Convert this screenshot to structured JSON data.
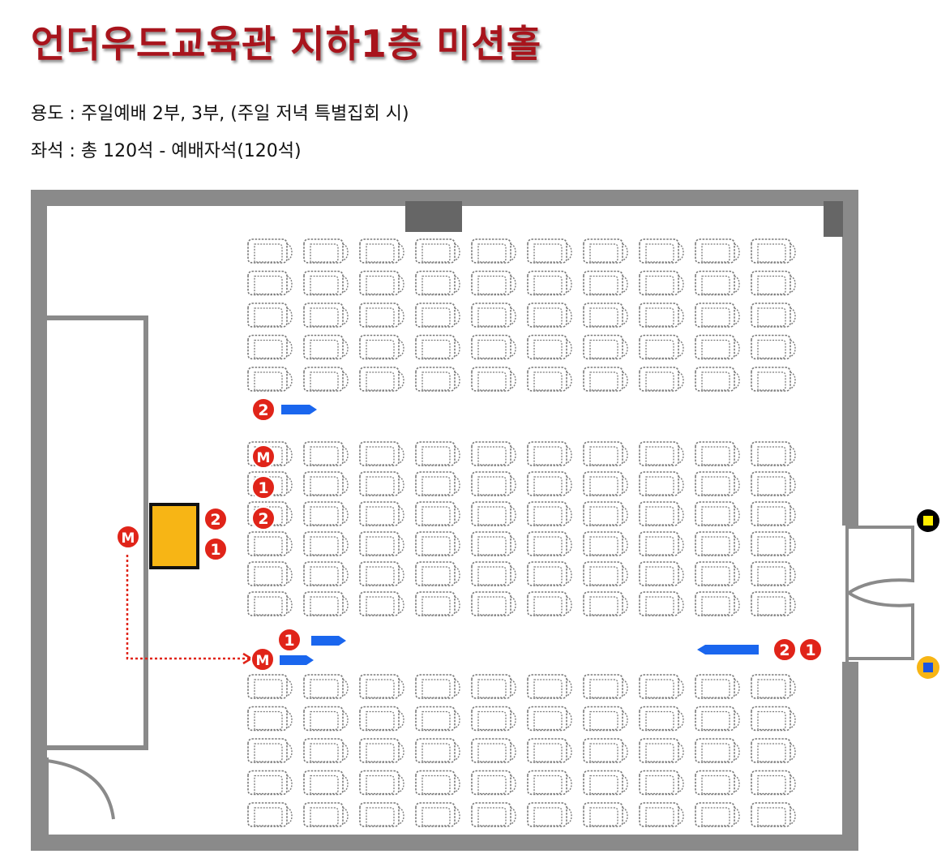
{
  "title": "언더우드교육관 지하1층 미션홀",
  "info": {
    "usage": "용도 : 주일예배 2부, 3부, (주일 저녁 특별집회 시)",
    "seats": "좌석 : 총 120석 - 예배자석(120석)"
  },
  "colors": {
    "wall": "#8a8a8a",
    "title": "#a8141c",
    "marker": "#e02419",
    "arrow": "#1a66ee",
    "podium": "#f7b515",
    "dotted_path": "#e02419",
    "exit_yellow": "#ffee00",
    "exit_blue": "#1a55e0"
  },
  "seating": {
    "blocks": [
      {
        "name": "front-block",
        "rows": 5,
        "columns": 10
      },
      {
        "name": "middle-block",
        "rows": 6,
        "columns": 10
      },
      {
        "name": "rear-block",
        "rows": 5,
        "columns": 10
      }
    ]
  },
  "markers": [
    {
      "name": "marker-m-podium",
      "label": "M"
    },
    {
      "name": "marker-2-podium",
      "label": "2"
    },
    {
      "name": "marker-1-podium",
      "label": "1"
    },
    {
      "name": "marker-2-front-aisle",
      "label": "2"
    },
    {
      "name": "marker-m-middle",
      "label": "M"
    },
    {
      "name": "marker-1-middle",
      "label": "1"
    },
    {
      "name": "marker-2-middle",
      "label": "2"
    },
    {
      "name": "marker-1-rear-aisle",
      "label": "1"
    },
    {
      "name": "marker-m-rear-aisle",
      "label": "M"
    },
    {
      "name": "marker-2-entrance",
      "label": "2"
    },
    {
      "name": "marker-1-entrance",
      "label": "1"
    }
  ],
  "arrows": [
    {
      "name": "arrow-front-aisle",
      "direction": "right"
    },
    {
      "name": "arrow-rear-aisle-upper",
      "direction": "right"
    },
    {
      "name": "arrow-rear-aisle-lower",
      "direction": "right"
    },
    {
      "name": "arrow-entrance",
      "direction": "left"
    }
  ],
  "exits": [
    {
      "name": "exit-yellow-icon",
      "color": "yellow"
    },
    {
      "name": "exit-blue-icon",
      "color": "blue"
    }
  ]
}
